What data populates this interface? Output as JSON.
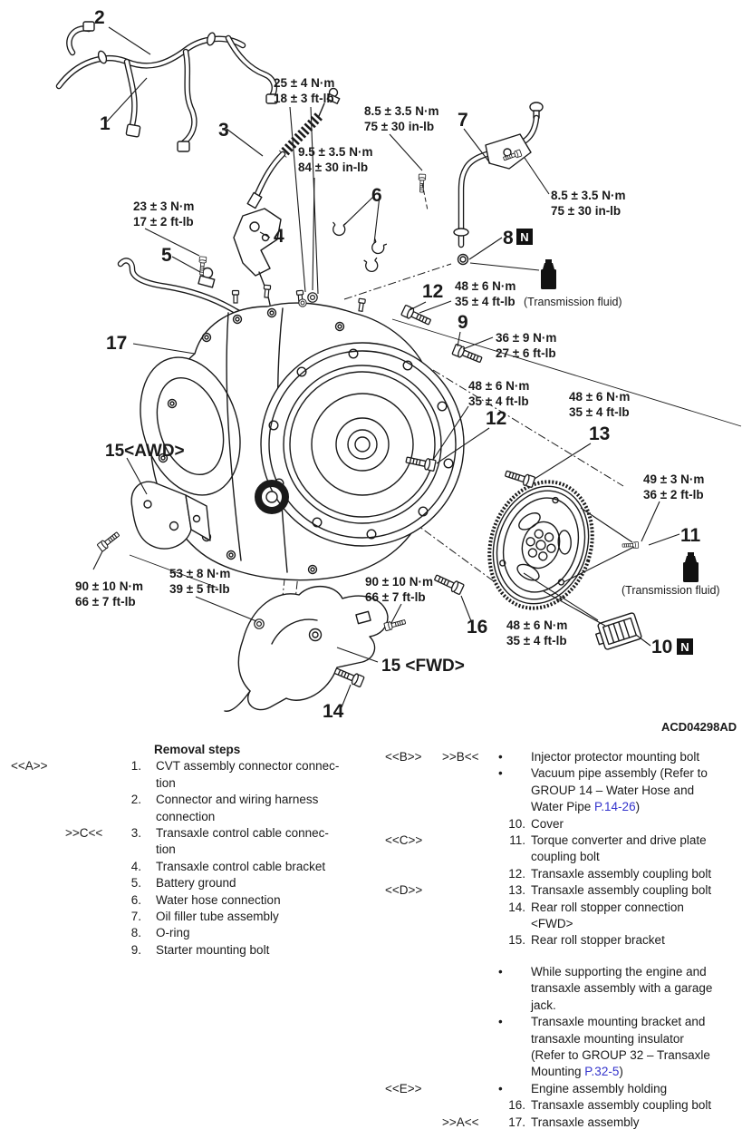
{
  "colors": {
    "ink": "#1a1a1a",
    "link": "#3333cc",
    "badge_bg": "#111111"
  },
  "diagram": {
    "figure_code": "ACD04298AD",
    "fluid_note": "(Transmission fluid)",
    "n_badge": "N",
    "callouts": {
      "c1": "1",
      "c2": "2",
      "c3": "3",
      "c4": "4",
      "c5": "5",
      "c6": "6",
      "c7": "7",
      "c8": "8",
      "c9": "9",
      "c10": "10",
      "c11": "11",
      "c12a": "12",
      "c12b": "12",
      "c13": "13",
      "c14": "14",
      "c15awd": "15<AWD>",
      "c15fwd": "15 <FWD>",
      "c16": "16",
      "c17": "17"
    },
    "torques": {
      "t25": [
        "25 ± 4 N·m",
        "18 ± 3 ft-lb"
      ],
      "t85a": [
        "8.5 ± 3.5 N·m",
        "75 ± 30 in-lb"
      ],
      "t95": [
        "9.5 ± 3.5 N·m",
        "84 ± 30 in-lb"
      ],
      "t23": [
        "23 ± 3 N·m",
        "17 ± 2 ft-lb"
      ],
      "t85b": [
        "8.5 ± 3.5 N·m",
        "75 ± 30 in-lb"
      ],
      "t48a": [
        "48 ± 6 N·m",
        "35 ± 4 ft-lb"
      ],
      "t36": [
        "36 ± 9 N·m",
        "27 ± 6 ft-lb"
      ],
      "t48b": [
        "48 ± 6 N·m",
        "35 ± 4 ft-lb"
      ],
      "t48c": [
        "48 ± 6 N·m",
        "35 ± 4 ft-lb"
      ],
      "t49": [
        "49 ± 3 N·m",
        "36 ± 2 ft-lb"
      ],
      "t90a": [
        "90 ± 10 N·m",
        "66 ± 7 ft-lb"
      ],
      "t53": [
        "53 ± 8 N·m",
        "39 ± 5 ft-lb"
      ],
      "t90b": [
        "90 ± 10 N·m",
        "66 ± 7 ft-lb"
      ],
      "t48d": [
        "48 ± 6 N·m",
        "35 ± 4 ft-lb"
      ]
    }
  },
  "list": {
    "heading": "Removal steps",
    "left": [
      {
        "m1": "<<A>>",
        "num": "1.",
        "lines": [
          "CVT assembly connector connec-",
          "tion"
        ]
      },
      {
        "num": "2.",
        "lines": [
          "Connector and wiring harness",
          "connection"
        ]
      },
      {
        "m2": ">>C<<",
        "num": "3.",
        "lines": [
          "Transaxle control cable connec-",
          "tion"
        ]
      },
      {
        "num": "4.",
        "lines": [
          "Transaxle control cable bracket"
        ]
      },
      {
        "num": "5.",
        "lines": [
          "Battery ground"
        ]
      },
      {
        "num": "6.",
        "lines": [
          "Water hose connection"
        ]
      },
      {
        "num": "7.",
        "lines": [
          "Oil filler tube assembly"
        ]
      },
      {
        "num": "8.",
        "lines": [
          "O-ring"
        ]
      },
      {
        "num": "9.",
        "lines": [
          "Starter mounting bolt"
        ]
      }
    ],
    "right": [
      {
        "m1": "<<B>>",
        "m2": ">>B<<",
        "bullet": "•",
        "lines": [
          "Injector protector mounting bolt"
        ]
      },
      {
        "bullet": "•",
        "lines": [
          "Vacuum pipe assembly (Refer to",
          "GROUP 14 – Water Hose and"
        ],
        "tail_pre": "Water Pipe ",
        "tail_link": "P.14-26",
        "tail_post": ")"
      },
      {
        "num": "10.",
        "lines": [
          "Cover"
        ]
      },
      {
        "m1": "<<C>>",
        "num": "11.",
        "lines": [
          "Torque converter and drive plate",
          "coupling bolt"
        ]
      },
      {
        "num": "12.",
        "lines": [
          "Transaxle assembly coupling bolt"
        ]
      },
      {
        "m1": "<<D>>",
        "num": "13.",
        "lines": [
          "Transaxle assembly coupling bolt"
        ]
      },
      {
        "num": "14.",
        "lines": [
          "Rear roll stopper connection",
          "<FWD>"
        ]
      },
      {
        "num": "15.",
        "lines": [
          "Rear roll stopper bracket"
        ]
      },
      {
        "bullet": "•",
        "lines": [
          "While supporting the engine and",
          "transaxle assembly with a garage",
          "jack."
        ]
      },
      {
        "bullet": "•",
        "lines": [
          "Transaxle mounting bracket and",
          "transaxle mounting insulator",
          "(Refer to GROUP 32 – Transaxle"
        ],
        "tail_pre": "Mounting ",
        "tail_link": "P.32-5",
        "tail_post": ")"
      },
      {
        "m1": "<<E>>",
        "bullet": "•",
        "lines": [
          "Engine assembly holding"
        ]
      },
      {
        "num": "16.",
        "lines": [
          "Transaxle assembly coupling bolt"
        ]
      },
      {
        "m2": ">>A<<",
        "num": "17.",
        "lines": [
          "Transaxle assembly"
        ]
      }
    ]
  }
}
